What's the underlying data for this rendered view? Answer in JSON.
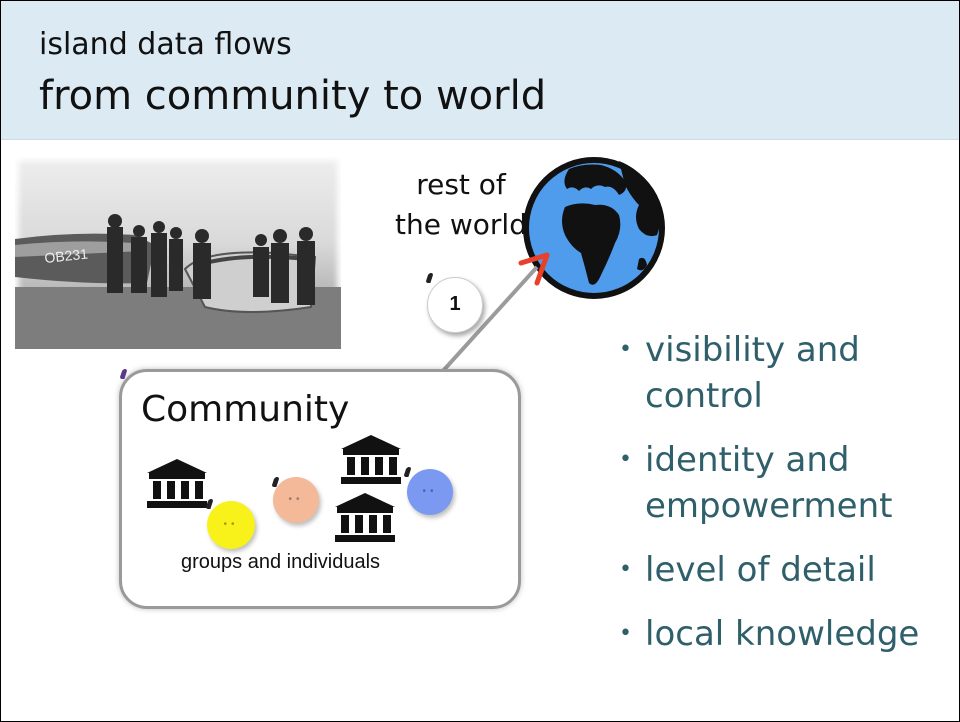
{
  "header": {
    "subtitle": "island data flows",
    "title": "from community to world"
  },
  "world": {
    "label_line1": "rest of",
    "label_line2": "the world",
    "icon": "globe-icon"
  },
  "flow": {
    "step_number": "1",
    "arrow_color": "#e8402a"
  },
  "community": {
    "label": "Community",
    "members_label": "groups and individuals",
    "institution_icon": "institution-icon",
    "person_colors": [
      "#f8f21a",
      "#f3b998",
      "#7c99f2"
    ]
  },
  "bullets": [
    {
      "line1": "visibility and",
      "line2": "control"
    },
    {
      "line1": "identity and",
      "line2": "empowerment"
    },
    {
      "line1": "level of detail",
      "line2": ""
    },
    {
      "line1": "local knowledge",
      "line2": ""
    }
  ],
  "colors": {
    "header_bg": "#dcebf3",
    "bullet_text": "#2f5f6a"
  }
}
